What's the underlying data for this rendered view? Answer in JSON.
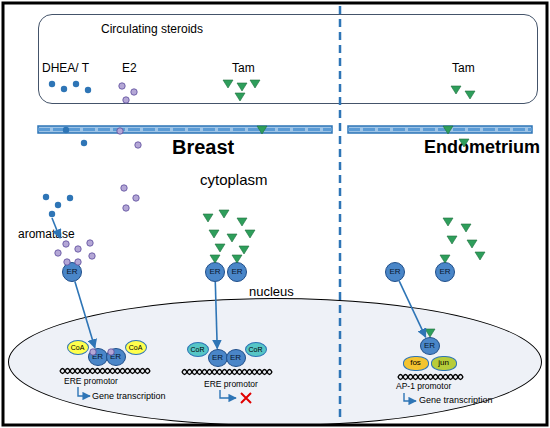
{
  "diagram": {
    "nodes": [
      {
        "text": [
          "Circulating steroids"
        ]
      },
      {
        "text": [
          "ER"
        ]
      },
      {
        "text": [
          "ER"
        ]
      },
      {
        "text": [
          "ER"
        ]
      },
      {
        "text": [
          "ER"
        ]
      },
      {
        "text": [
          "ER"
        ]
      },
      {
        "text": [
          "nucleus"
        ]
      },
      {
        "text": [
          "CoA"
        ],
        "in": 6
      },
      {
        "text": [
          "ER"
        ],
        "in": 6
      },
      {
        "text": [
          "ER"
        ],
        "in": 6
      },
      {
        "text": [
          "CoA"
        ],
        "in": 6
      },
      {
        "text": [
          "CoR"
        ],
        "in": 6
      },
      {
        "text": [
          "ER"
        ],
        "in": 6
      },
      {
        "text": [
          "ER"
        ],
        "in": 6
      },
      {
        "text": [
          "CoR"
        ],
        "in": 6
      },
      {
        "text": [
          "ER"
        ],
        "in": 6
      },
      {
        "text": [
          "fos"
        ],
        "in": 6
      },
      {
        "text": [
          "jun"
        ],
        "in": 6
      }
    ],
    "edges": [
      {
        "from": 1,
        "to": 8,
        "arrow": "to"
      },
      {
        "from": 2,
        "to": 12,
        "arrow": "to"
      },
      {
        "from": 4,
        "to": 15,
        "arrow": "to"
      }
    ],
    "labels": [
      "DHEA/ T",
      "E2",
      "Tam",
      "Tam",
      "Breast",
      "Endometrium",
      "cytoplasm",
      "aromatase",
      "ERE promotor",
      "Gene transcription",
      "ERE promotor",
      "AP-1 promotor",
      "Gene transcription"
    ]
  }
}
